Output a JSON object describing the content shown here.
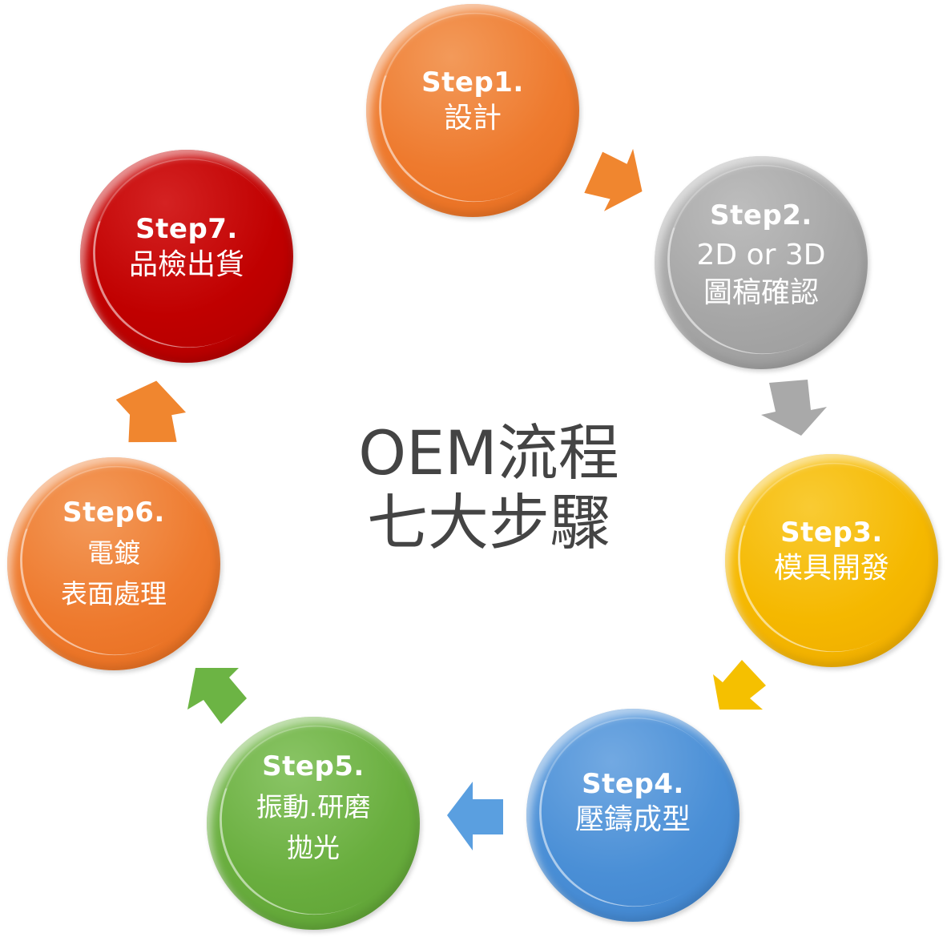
{
  "title": {
    "line1": "OEM流程",
    "line2": "七大步驟"
  },
  "steps": [
    {
      "label": "Step1.",
      "lines": [
        "設計"
      ],
      "color": "#EE7A2E",
      "icon": "orange-circle"
    },
    {
      "label": "Step2.",
      "lines": [
        "2D or 3D",
        "圖稿確認"
      ],
      "color": "#A6A6A6",
      "icon": "gray-circle"
    },
    {
      "label": "Step3.",
      "lines": [
        "模具開發"
      ],
      "color": "#F5B800",
      "icon": "yellow-circle"
    },
    {
      "label": "Step4.",
      "lines": [
        "壓鑄成型"
      ],
      "color": "#4A8FD6",
      "icon": "blue-circle"
    },
    {
      "label": "Step5.",
      "lines": [
        "振動.研磨",
        "拋光"
      ],
      "color": "#69AE3E",
      "icon": "green-circle"
    },
    {
      "label": "Step6.",
      "lines": [
        "電鍍",
        "表面處理"
      ],
      "color": "#EE7A2E",
      "icon": "orange-circle"
    },
    {
      "label": "Step7.",
      "lines": [
        "品檢出貨"
      ],
      "color": "#C00000",
      "icon": "red-circle"
    }
  ],
  "arrows": [
    {
      "from": "Step1",
      "to": "Step2",
      "color": "#F0862F",
      "direction": "down-right"
    },
    {
      "from": "Step2",
      "to": "Step3",
      "color": "#A9A9A9",
      "direction": "down"
    },
    {
      "from": "Step3",
      "to": "Step4",
      "color": "#F5C000",
      "direction": "down-left"
    },
    {
      "from": "Step4",
      "to": "Step5",
      "color": "#5A9FE0",
      "direction": "left"
    },
    {
      "from": "Step5",
      "to": "Step6",
      "color": "#6CB444",
      "direction": "up-left"
    },
    {
      "from": "Step6",
      "to": "Step7",
      "color": "#F0862F",
      "direction": "up"
    }
  ]
}
